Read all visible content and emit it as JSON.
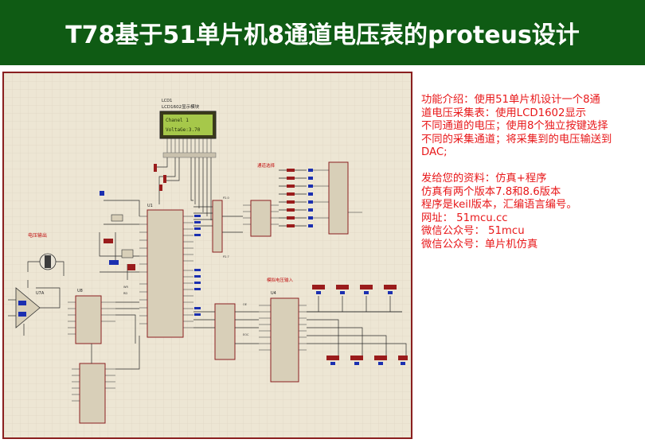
{
  "header": {
    "title": "T78基于51单片机8通道电压表的proteus设计",
    "background_color": "#0f5b14",
    "text_color": "#ffffff"
  },
  "description": {
    "color": "#e8181a",
    "intro_lines": [
      "功能介绍：使用51单片机设计一个8通",
      "道电压采集表：使用LCD1602显示",
      "不同通道的电压；使用8个独立按键选择",
      "不同的采集通道；将采集到的电压输送到",
      "DAC;"
    ],
    "info_lines": [
      "发给您的资料：仿真+程序",
      "仿真有两个版本7.8和8.6版本",
      "程序是keil版本，汇编语言编号。",
      "网址： 51mcu.cc",
      "微信公众号： 51mcu",
      "微信公众号：单片机仿真"
    ]
  },
  "schematic": {
    "border_color": "#8a1f1f",
    "background_color": "#ede6d4",
    "lcd": {
      "ref": "LCD1",
      "title": "LCD1602显示模块",
      "line1": "Chanel 1",
      "line2": "VoltaGe:3.70"
    },
    "labels": {
      "channel_select": "通道选择",
      "voltage_output": "电压输出",
      "analog_input": "模拟电压输入",
      "opamp": "U7A",
      "mcu": "U1",
      "adc": "U4",
      "dac": "U8"
    }
  }
}
